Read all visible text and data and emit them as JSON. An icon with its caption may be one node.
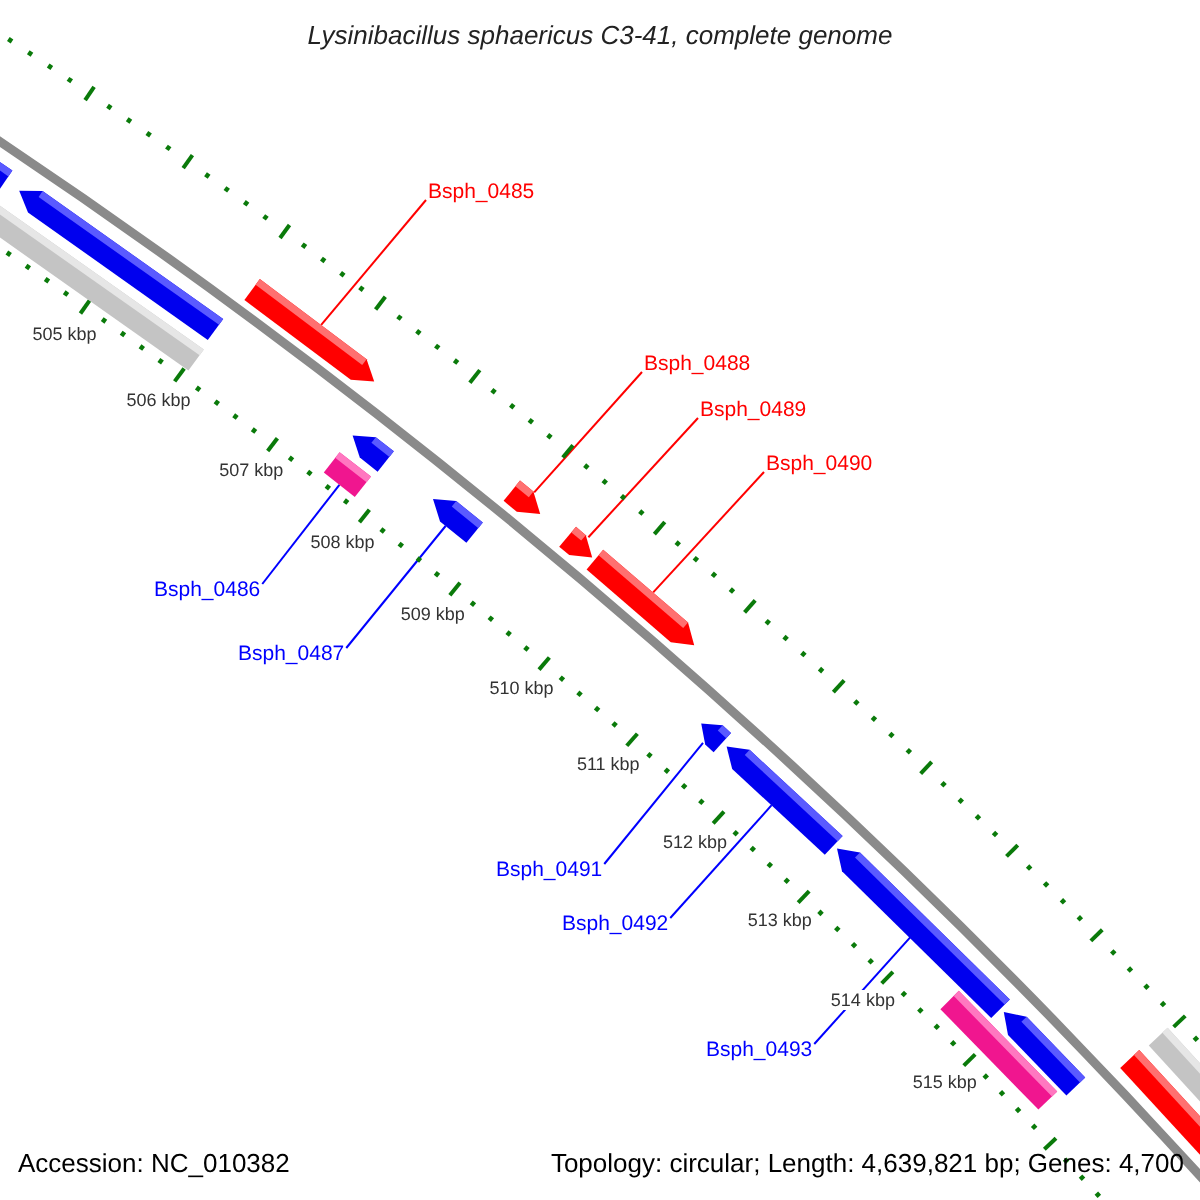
{
  "diagram": {
    "title": "Lysinibacillus sphaericus C3-41, complete genome",
    "nodes": [
      {
        "text": [
          "Bsph_0485"
        ]
      },
      {
        "text": [
          "Bsph_0488"
        ]
      },
      {
        "text": [
          "Bsph_0489"
        ]
      },
      {
        "text": [
          "Bsph_0490"
        ]
      },
      {
        "text": [
          "Bsph_0486"
        ]
      },
      {
        "text": [
          "Bsph_0487"
        ]
      },
      {
        "text": [
          "Bsph_0491"
        ]
      },
      {
        "text": [
          "Bsph_0492"
        ]
      },
      {
        "text": [
          "Bsph_0493"
        ]
      },
      {
        "text": [],
        "shape": "bar"
      },
      {
        "text": [],
        "shape": "bar"
      },
      {
        "text": [],
        "shape": "bar"
      },
      {
        "text": [],
        "shape": "bar"
      },
      {
        "text": [],
        "shape": "bar"
      },
      {
        "text": [],
        "shape": "bar"
      },
      {
        "text": [],
        "shape": "bar"
      },
      {
        "text": [],
        "shape": "bar"
      },
      {
        "text": [],
        "shape": "bar"
      },
      {
        "text": [],
        "shape": "bar"
      },
      {
        "text": [],
        "shape": "bar"
      },
      {
        "text": [],
        "shape": "bar"
      },
      {
        "text": [],
        "shape": "bar"
      },
      {
        "text": [],
        "shape": "bar"
      },
      {
        "text": [],
        "shape": "bar"
      },
      {
        "text": [],
        "shape": "bar"
      },
      {
        "text": [],
        "shape": "bar"
      }
    ],
    "edges": [
      {
        "from": 0,
        "to": 12,
        "arrow": "none",
        "color": "#ff0000"
      },
      {
        "from": 1,
        "to": 16,
        "arrow": "none",
        "color": "#ff0000"
      },
      {
        "from": 2,
        "to": 17,
        "arrow": "none",
        "color": "#ff0000"
      },
      {
        "from": 3,
        "to": 18,
        "arrow": "none",
        "color": "#ff0000"
      },
      {
        "from": 4,
        "to": 13,
        "arrow": "none"
      },
      {
        "from": 5,
        "to": 15,
        "arrow": "none"
      },
      {
        "from": 6,
        "to": 19,
        "arrow": "none"
      },
      {
        "from": 7,
        "to": 20,
        "arrow": "none"
      },
      {
        "from": 8,
        "to": 21,
        "arrow": "none"
      }
    ],
    "labels": [
      "505 kbp",
      "506 kbp",
      "507 kbp",
      "508 kbp",
      "509 kbp",
      "510 kbp",
      "511 kbp",
      "512 kbp",
      "513 kbp",
      "514 kbp",
      "515 kbp",
      "Accession: NC_010382",
      "Topology: circular; Length: 4,639,821 bp; Genes: 4,700"
    ]
  }
}
